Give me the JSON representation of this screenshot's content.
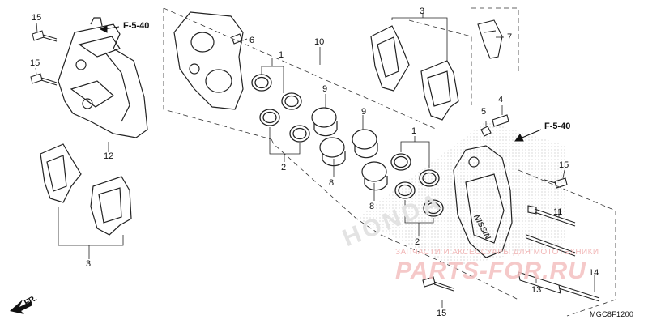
{
  "diagram": {
    "part_labels": [
      {
        "id": "l15a",
        "text": "15"
      },
      {
        "id": "l15b",
        "text": "15"
      },
      {
        "id": "l12",
        "text": "12"
      },
      {
        "id": "l3a",
        "text": "3"
      },
      {
        "id": "l6",
        "text": "6"
      },
      {
        "id": "l10",
        "text": "10"
      },
      {
        "id": "l1a",
        "text": "1"
      },
      {
        "id": "l9a",
        "text": "9"
      },
      {
        "id": "l2a",
        "text": "2"
      },
      {
        "id": "l9b",
        "text": "9"
      },
      {
        "id": "l8a",
        "text": "8"
      },
      {
        "id": "l3b",
        "text": "3"
      },
      {
        "id": "l7",
        "text": "7"
      },
      {
        "id": "l5",
        "text": "5"
      },
      {
        "id": "l4",
        "text": "4"
      },
      {
        "id": "l1b",
        "text": "1"
      },
      {
        "id": "l8b",
        "text": "8"
      },
      {
        "id": "l2b",
        "text": "2"
      },
      {
        "id": "l15c",
        "text": "15"
      },
      {
        "id": "l11",
        "text": "11"
      },
      {
        "id": "l13",
        "text": "13"
      },
      {
        "id": "l14",
        "text": "14"
      },
      {
        "id": "l15d",
        "text": "15"
      }
    ],
    "references": {
      "ref1": "F-5-40",
      "ref2": "F-5-40"
    },
    "direction_label": "FR.",
    "diagram_code": "MGC8F1200",
    "caliper_brand": "NISSIN"
  },
  "watermark": {
    "line1": "ЗАПЧАСТИ И АКСЕССУАРЫ ДЛЯ МОТОТЕХНИКИ",
    "line2": "PARTS-FOR.RU",
    "background_brand": "HONDA"
  },
  "colors": {
    "line": "#222222",
    "watermark": "#f2b9b9",
    "hatch": "#b9b9b9"
  }
}
